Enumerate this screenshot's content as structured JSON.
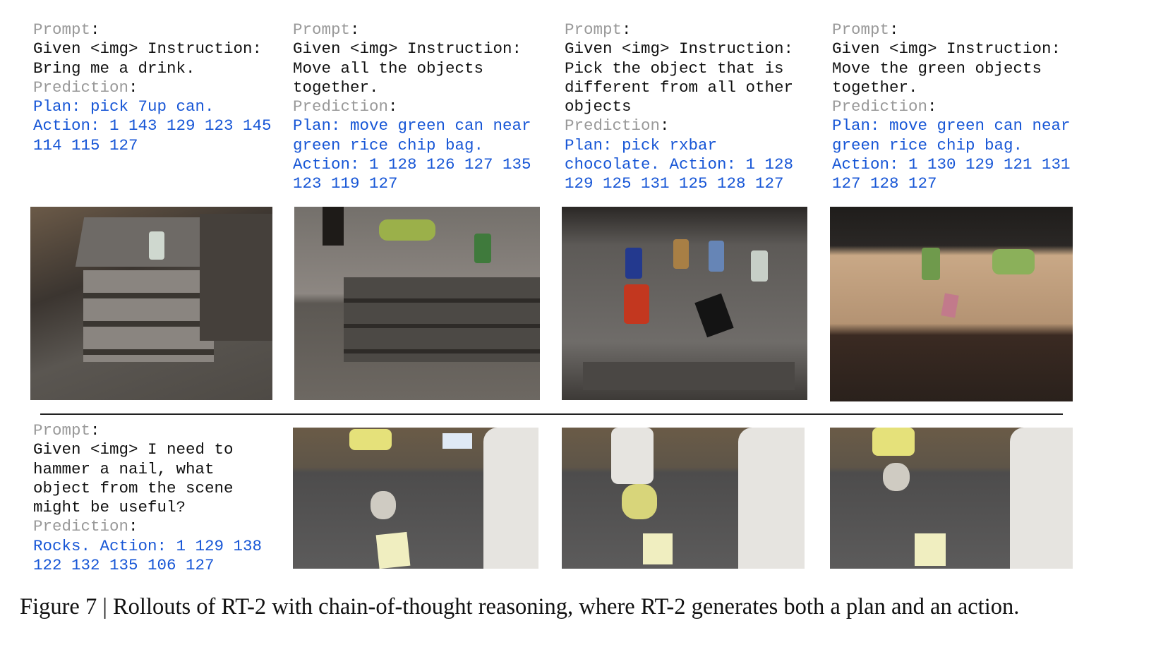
{
  "panels": [
    {
      "prompt_label": "Prompt",
      "instruction_lines": [
        "Given <img> Instruction:",
        "Bring me a drink."
      ],
      "prediction_label": "Prediction",
      "prediction_lines": [
        "Plan: pick 7up can.",
        "Action: 1 143 129 123 145",
        "114 115 127"
      ]
    },
    {
      "prompt_label": "Prompt",
      "instruction_lines": [
        "Given <img> Instruction:",
        "Move all the objects",
        "together."
      ],
      "prediction_label": "Prediction",
      "prediction_lines": [
        "Plan: move green can near",
        "green rice chip bag.",
        "Action: 1 128 126 127 135",
        "123 119 127"
      ]
    },
    {
      "prompt_label": "Prompt",
      "instruction_lines": [
        "Given <img> Instruction:",
        "Pick the object that is",
        "different from all other",
        "objects"
      ],
      "prediction_label": "Prediction",
      "prediction_lines": [
        "Plan: pick rxbar",
        "chocolate. Action: 1 128",
        "129 125 131 125 128 127"
      ]
    },
    {
      "prompt_label": "Prompt",
      "instruction_lines": [
        "Given <img> Instruction:",
        "Move the green objects",
        "together."
      ],
      "prediction_label": "Prediction",
      "prediction_lines": [
        "Plan: move green can near",
        "green rice chip bag.",
        "Action: 1 130 129 121 131",
        "127 128 127"
      ]
    },
    {
      "prompt_label": "Prompt",
      "instruction_lines": [
        "Given <img> I need to",
        "hammer a nail, what",
        "object from the scene",
        "might be useful?"
      ],
      "prediction_label": "Prediction",
      "prediction_lines": [
        "Rocks. Action: 1 129 138",
        "122 132 135 106 127"
      ]
    }
  ],
  "caption": "Figure 7 | Rollouts of RT-2 with chain-of-thought reasoning, where RT-2 generates both a plan and an action.",
  "colors": {
    "prediction": "#1756d6",
    "label": "#999999"
  }
}
